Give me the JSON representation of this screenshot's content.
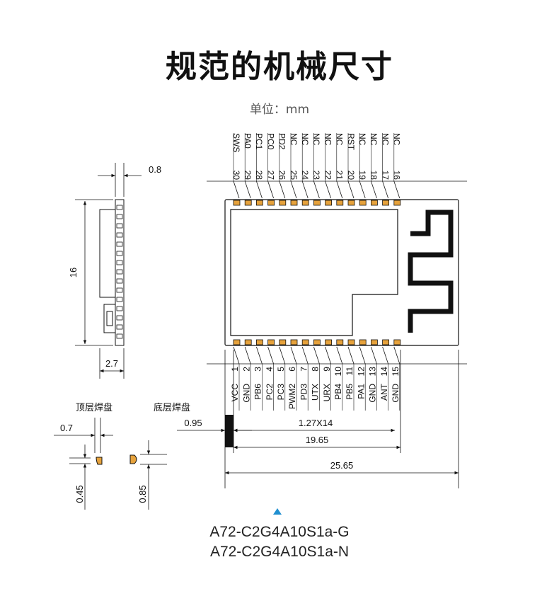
{
  "page": {
    "title": "规范的机械尺寸",
    "unit_label": "单位：mm"
  },
  "pins_top": [
    {
      "num": "30",
      "name": "SWS"
    },
    {
      "num": "29",
      "name": "PA0"
    },
    {
      "num": "28",
      "name": "PC1"
    },
    {
      "num": "27",
      "name": "PC0"
    },
    {
      "num": "26",
      "name": "PD2"
    },
    {
      "num": "25",
      "name": "NC"
    },
    {
      "num": "24",
      "name": "NC"
    },
    {
      "num": "23",
      "name": "NC"
    },
    {
      "num": "22",
      "name": "NC"
    },
    {
      "num": "21",
      "name": "NC"
    },
    {
      "num": "20",
      "name": "RST"
    },
    {
      "num": "19",
      "name": "NC"
    },
    {
      "num": "18",
      "name": "NC"
    },
    {
      "num": "17",
      "name": "NC"
    },
    {
      "num": "16",
      "name": "NC"
    }
  ],
  "pins_bottom": [
    {
      "num": "1",
      "name": "VCC"
    },
    {
      "num": "2",
      "name": "GND"
    },
    {
      "num": "3",
      "name": "PB6"
    },
    {
      "num": "4",
      "name": "PC2"
    },
    {
      "num": "5",
      "name": "PC3"
    },
    {
      "num": "6",
      "name": "PWM2"
    },
    {
      "num": "7",
      "name": "PD3"
    },
    {
      "num": "8",
      "name": "UTX"
    },
    {
      "num": "9",
      "name": "URX"
    },
    {
      "num": "10",
      "name": "PB4"
    },
    {
      "num": "11",
      "name": "PB5"
    },
    {
      "num": "12",
      "name": "PA1"
    },
    {
      "num": "13",
      "name": "GND"
    },
    {
      "num": "14",
      "name": "ANT"
    },
    {
      "num": "15",
      "name": "GND"
    }
  ],
  "dimensions": {
    "side_thickness": "0.8",
    "side_length": "16",
    "side_width": "2.7",
    "pin_offset": "0.95",
    "pitch": "1.27X14",
    "pin_span": "19.65",
    "total_length": "25.65",
    "top_pad_width": "0.7",
    "top_pad_height": "0.45",
    "bottom_pad_height": "0.85"
  },
  "labels": {
    "top_pad": "顶层焊盘",
    "bottom_pad": "底层焊盘"
  },
  "models": [
    "A72-C2G4A10S1a-G",
    "A72-C2G4A10S1a-N"
  ],
  "colors": {
    "line": "#111111",
    "pad": "#e6a23c",
    "marker": "#1f8fd0"
  }
}
